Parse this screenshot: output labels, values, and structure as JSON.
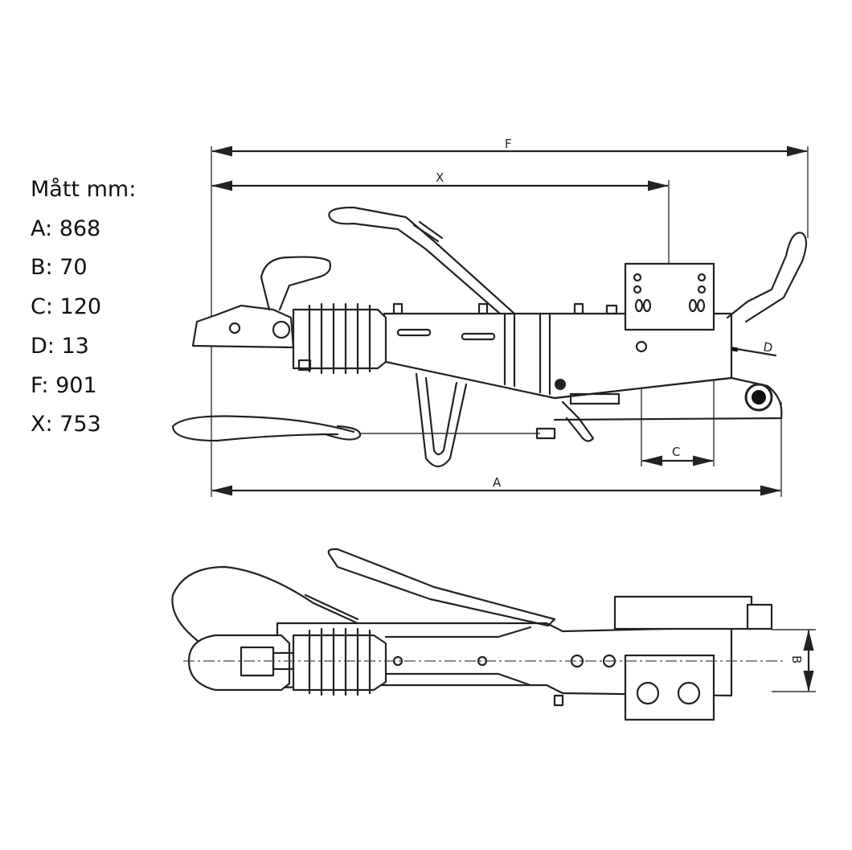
{
  "specs": {
    "title": "Mått mm:",
    "items": [
      {
        "label": "A:",
        "value": "868"
      },
      {
        "label": "B:",
        "value": "70"
      },
      {
        "label": "C:",
        "value": "120"
      },
      {
        "label": "D:",
        "value": "13"
      },
      {
        "label": "F:",
        "value": "901"
      },
      {
        "label": "X:",
        "value": "753"
      }
    ]
  },
  "dimension_labels": {
    "F": "F",
    "X": "X",
    "A": "A",
    "C": "C",
    "D": "D",
    "B": "B"
  }
}
